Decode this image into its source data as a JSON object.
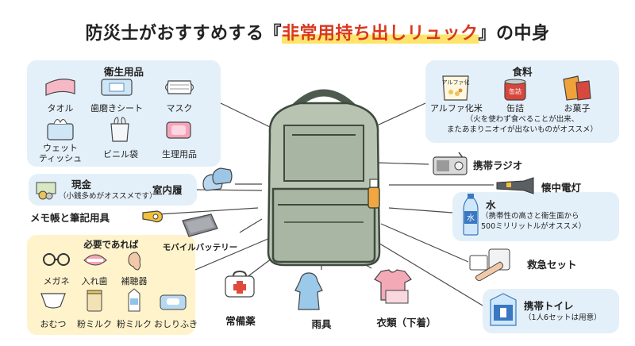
{
  "title": {
    "prefix": "防災士がおすすめする『",
    "highlight": "非常用持ち出しリュック",
    "suffix": "』の中身"
  },
  "hygiene": {
    "heading": "衛生用品",
    "towel": "タオル",
    "toothbrush_sheet": "歯磨きシート",
    "mask": "マスク",
    "wet_tissue_1": "ウェット",
    "wet_tissue_2": "ティッシュ",
    "vinyl_bag": "ビニル袋",
    "sanitary": "生理用品"
  },
  "food": {
    "heading": "食料",
    "alpha_rice": "アルファ化米",
    "alpha_rice_pack": "アルファ化",
    "canned": "缶詰",
    "can_label": "缶詰",
    "snacks": "お菓子",
    "note_1": "（火を使わず食べることが出来、",
    "note_2": "またあまりニオイが出ないものがオススメ）"
  },
  "cash": {
    "title": "現金",
    "note": "（小銭多めがオススメです）"
  },
  "slippers": "室内履",
  "memo": "メモ帳と筆記用具",
  "battery": "モバイルバッテリー",
  "if_needed": {
    "heading": "必要であれば",
    "glasses": "メガネ",
    "dentures": "入れ歯",
    "hearing_aid": "補聴器",
    "diaper": "おむつ",
    "milk_1": "粉ミルク",
    "milk_2": "粉ミルク",
    "wipes": "おしりふき"
  },
  "medicine": "常備薬",
  "raincoat": "雨具",
  "clothes": "衣類（下着）",
  "radio": "携帯ラジオ",
  "flashlight": "懐中電灯",
  "water": {
    "title": "水",
    "bottle_mark": "水",
    "note_1": "（携帯性の高さと衛生面から",
    "note_2": "500ミリリットルがオススメ）"
  },
  "first_aid": "救急セット",
  "toilet": {
    "title": "携帯トイレ",
    "note": "（1人6セットは用意）"
  }
}
